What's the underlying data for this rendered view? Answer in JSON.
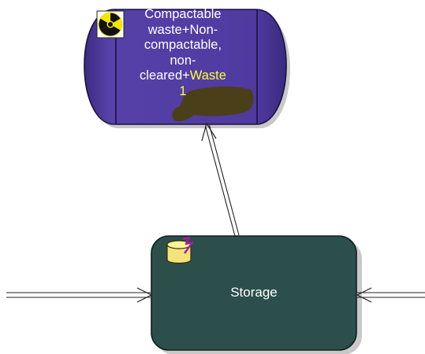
{
  "diagram": {
    "waste_node": {
      "label_lines": [
        "Compactable",
        "waste+Non-",
        "compactable,",
        "non-"
      ],
      "label_last_prefix": "cleared+",
      "label_highlight_1": "Waste",
      "label_highlight_2": "1",
      "icon": "radioactive-icon",
      "fill_color": "#4f3aa0",
      "highlight_text_color": "#ffff33",
      "highlight_marker_color": "#4a3f18"
    },
    "storage_node": {
      "label": "Storage",
      "icon": "storage-drum-icon",
      "fill_color": "#2c4f4b"
    },
    "edges": [
      {
        "name": "storage-to-waste-arrow",
        "from": "Storage",
        "to": "Compactable waste+Non-compactable, non-cleared+Waste 1"
      },
      {
        "name": "left-incoming-arrow",
        "to": "Storage"
      },
      {
        "name": "right-incoming-arrow",
        "to": "Storage"
      }
    ]
  }
}
